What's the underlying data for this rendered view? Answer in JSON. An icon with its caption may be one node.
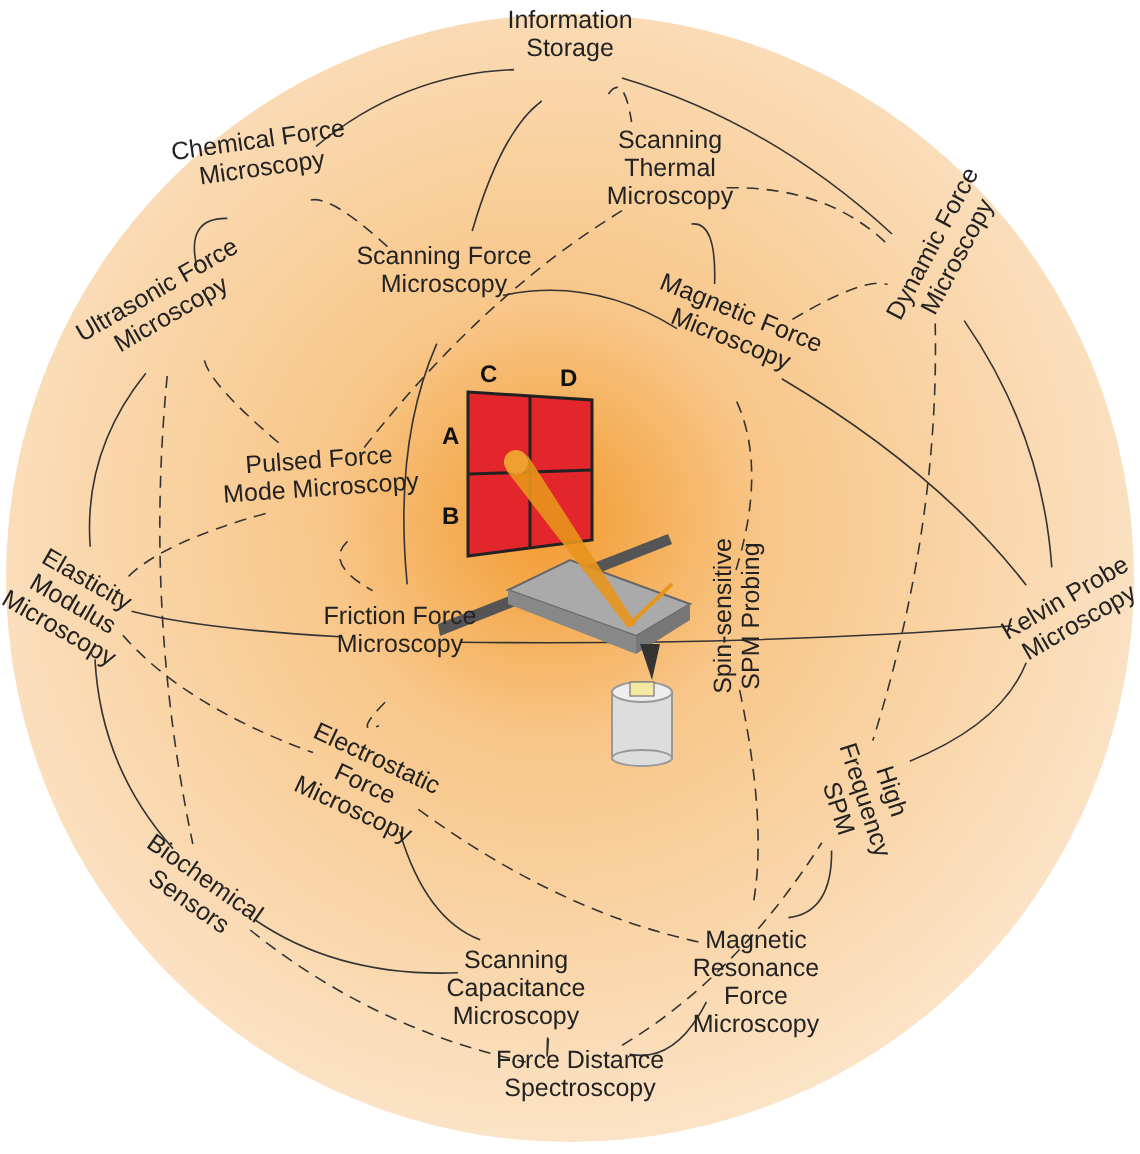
{
  "diagram": {
    "labels": [
      "Information Storage",
      "Chemical Force Microscopy",
      "Scanning Thermal Microscopy",
      "Dynamic Force Microscopy",
      "Ultrasonic Force Microscopy",
      "Scanning Force Microscopy",
      "Magnetic Force Microscopy",
      "C",
      "D",
      "A",
      "Pulsed Force Mode Microscopy",
      "B",
      "Elasticity Modulus Microscopy",
      "Friction Force Microscopy",
      "Spin-sensitive SPM Probing",
      "Kelvin Probe Microscopy",
      "High Frequency SPM",
      "Electrostatic Force Microscopy",
      "Biochemical Sensors",
      "Magnetic Resonance Force Microscopy",
      "Scanning Capacitance Microscopy",
      "Force Distance Spectroscopy"
    ]
  }
}
